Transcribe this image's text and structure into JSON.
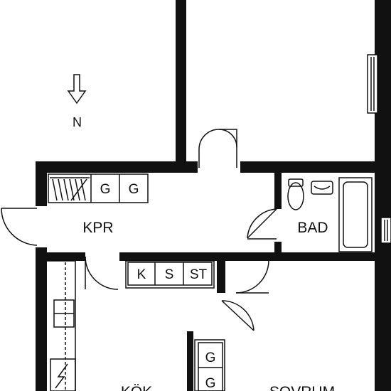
{
  "plan": {
    "north_label": "N",
    "rooms": {
      "hall": "KPR",
      "bath": "BAD",
      "kitchen": "KÖK",
      "bedroom": "SOVRUM"
    },
    "hall_wardrobes": [
      "G",
      "G"
    ],
    "hall_cabinets": [
      "K",
      "S",
      "ST"
    ],
    "bedroom_wardrobes": [
      "G",
      "G"
    ]
  }
}
